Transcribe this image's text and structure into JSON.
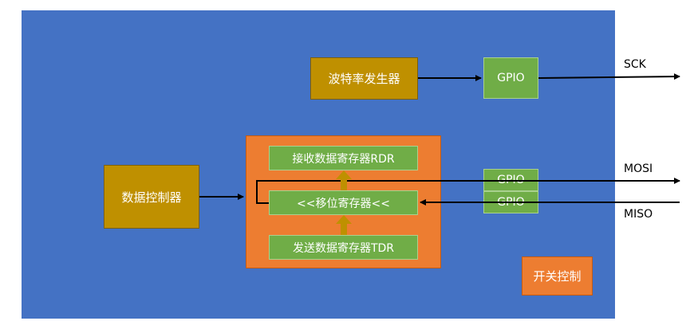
{
  "blocks": {
    "baud_generator": "波特率发生器",
    "gpio_sck": "GPIO",
    "data_controller": "数据控制器",
    "rdr": "接收数据寄存器RDR",
    "shift_register": "<<移位寄存器<<",
    "tdr": "发送数据寄存器TDR",
    "gpio_mosi": "GPIO",
    "gpio_miso": "GPIO",
    "switch_control": "开关控制"
  },
  "signals": {
    "sck": "SCK",
    "mosi": "MOSI",
    "miso": "MISO"
  },
  "colors": {
    "panel": "#4472c4",
    "gold": "#bf9000",
    "green": "#70ad47",
    "orange": "#ed7d31",
    "arrow": "#000000",
    "up_arrow": "#bf9000"
  }
}
